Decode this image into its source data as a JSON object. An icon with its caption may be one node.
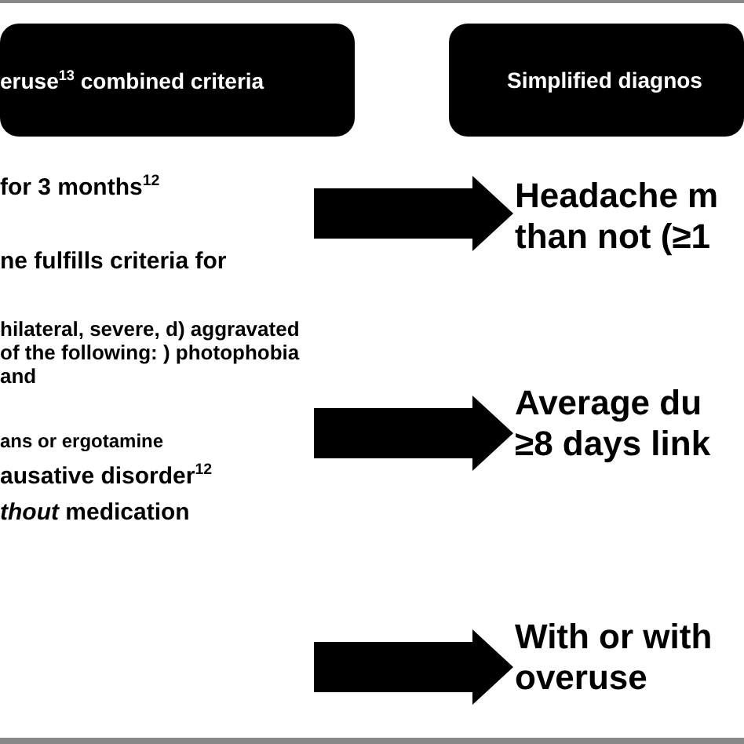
{
  "diagram": {
    "nodes": [
      {
        "text": [
          "eruse$^{13}$ combined criteria"
        ]
      },
      {
        "text": [
          "Simplified diagnos"
        ]
      },
      {
        "text": [
          "for 3 months$^{12}$"
        ]
      },
      {
        "text": [
          "ne fulfills criteria for"
        ]
      },
      {
        "text": [
          "hilateral, severe, d) aggravated of the following: ) photophobia and"
        ]
      },
      {
        "text": [
          "ans or ergotamine"
        ]
      },
      {
        "text": [
          "ausative disorder$^{12}$"
        ]
      },
      {
        "text": [
          "*thout* medication"
        ]
      },
      {
        "text": [
          "Headache m than not (≥1"
        ]
      },
      {
        "text": [
          "Average du ≥8 days link"
        ]
      },
      {
        "text": [
          "With or with overuse"
        ]
      }
    ],
    "edges": [
      {
        "from": null,
        "to": 8,
        "arrow": "to"
      },
      {
        "from": null,
        "to": 9,
        "arrow": "to"
      },
      {
        "from": null,
        "to": 10,
        "arrow": "to"
      }
    ]
  }
}
